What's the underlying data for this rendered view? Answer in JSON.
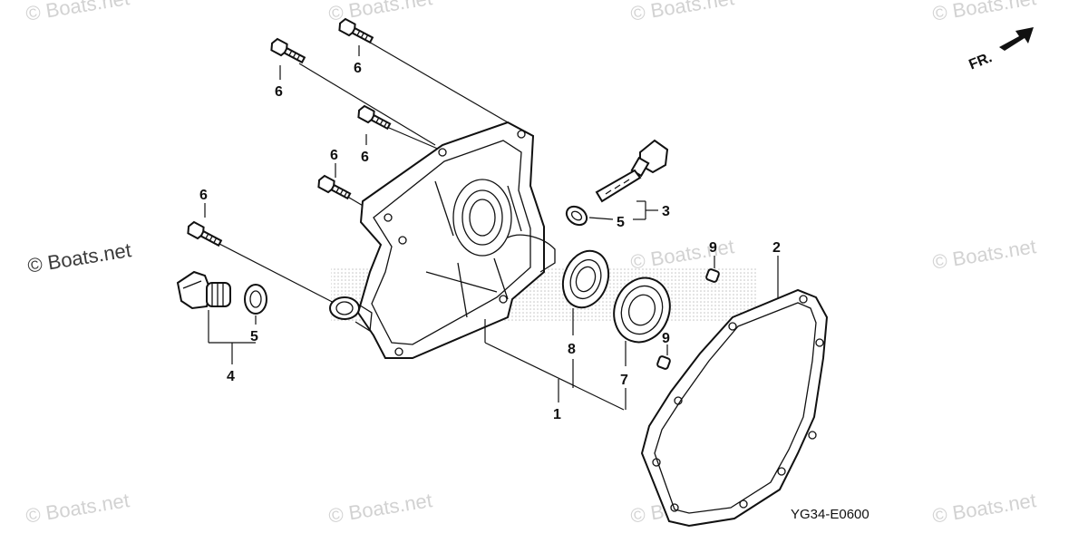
{
  "diagram": {
    "drawing_code": "YG34-E0600",
    "direction_label": "FR.",
    "watermarks": [
      "© Boats.net",
      "© Boats.net",
      "© Boats.net",
      "© Boats.net",
      "© Boats.net",
      "© Boats.net",
      "© Boats.net",
      "© Boats.net",
      "© Boats.net",
      "© Boats.net",
      "© Boats.net"
    ],
    "callouts": {
      "c1": "1",
      "c2": "2",
      "c3": "3",
      "c4": "4",
      "c5a": "5",
      "c5b": "5",
      "c6a": "6",
      "c6b": "6",
      "c6c": "6",
      "c6d": "6",
      "c6e": "6",
      "c7": "7",
      "c8": "8",
      "c9a": "9",
      "c9b": "9"
    }
  }
}
